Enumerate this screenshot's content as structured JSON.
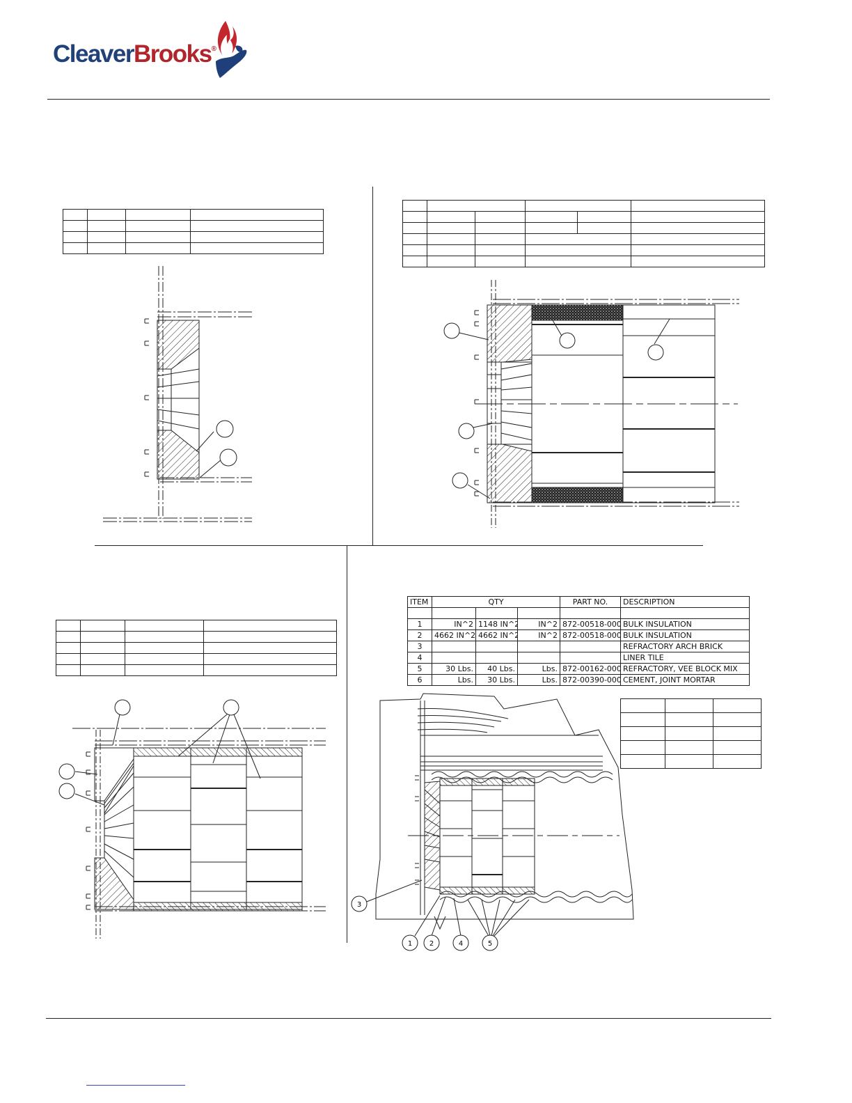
{
  "logo": {
    "part1": "Cleaver",
    "part2": "Brooks",
    "reg": "®"
  },
  "table4": {
    "headers": {
      "item": "ITEM",
      "qty": "QTY",
      "part_no": "PART NO.",
      "description": "DESCRIPTION"
    },
    "rows": [
      {
        "item": "1",
        "q1": "IN^2",
        "q2": "1148 IN^2",
        "q3": "IN^2",
        "part": "872-00518-000",
        "desc": "BULK INSULATION"
      },
      {
        "item": "2",
        "q1": "4662 IN^2",
        "q2": "4662 IN^2",
        "q3": "IN^2",
        "part": "872-00518-000",
        "desc": "BULK INSULATION"
      },
      {
        "item": "3",
        "q1": "",
        "q2": "",
        "q3": "",
        "part": "",
        "desc": "REFRACTORY ARCH BRICK"
      },
      {
        "item": "4",
        "q1": "",
        "q2": "",
        "q3": "",
        "part": "",
        "desc": "LINER TILE"
      },
      {
        "item": "5",
        "q1": "30 Lbs.",
        "q2": "40 Lbs.",
        "q3": "Lbs.",
        "part": "872-00162-000",
        "desc": "REFRACTORY, VEE BLOCK MIX"
      },
      {
        "item": "6",
        "q1": "Lbs.",
        "q2": "30 Lbs.",
        "q3": "Lbs.",
        "part": "872-00390-000",
        "desc": "CEMENT, JOINT MORTAR"
      }
    ]
  },
  "callouts": {
    "c1": "1",
    "c2": "2",
    "c3": "3",
    "c4": "4",
    "c5": "5"
  }
}
